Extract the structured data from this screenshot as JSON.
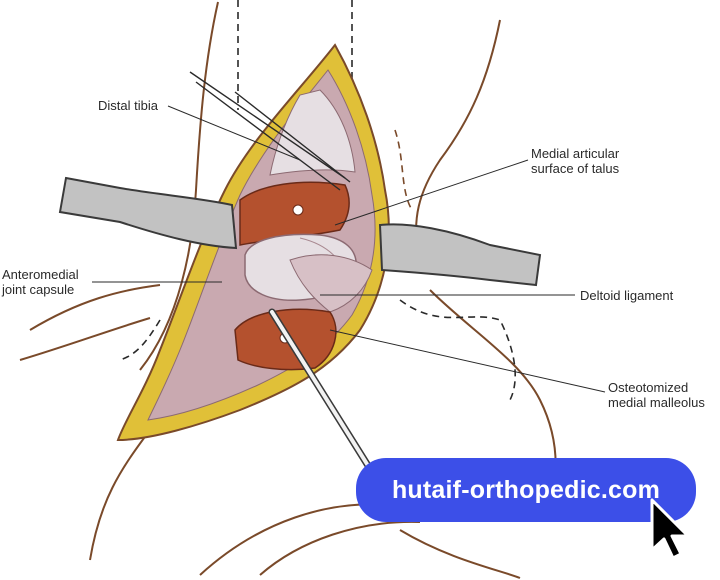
{
  "labels": {
    "distal_tibia": "Distal tibia",
    "medial_articular": "Medial articular\nsurface of talus",
    "anteromedial": "Anteromedial\njoint capsule",
    "deltoid": "Deltoid ligament",
    "osteotomized": "Osteotomized\nmedial malleolus"
  },
  "watermark": {
    "text": "hutaif-orthopedic.com"
  },
  "icons": {
    "cursor": "mouse-pointer-icon"
  },
  "colors": {
    "outline": "#7a4a2a",
    "fat": "#e0c038",
    "bone": "#b4512e",
    "tissue": "#c9a9b0",
    "cartilage": "#e6dfe3",
    "retractor": "#c2c2c2",
    "watermark_bg": "#3c4fe8"
  }
}
